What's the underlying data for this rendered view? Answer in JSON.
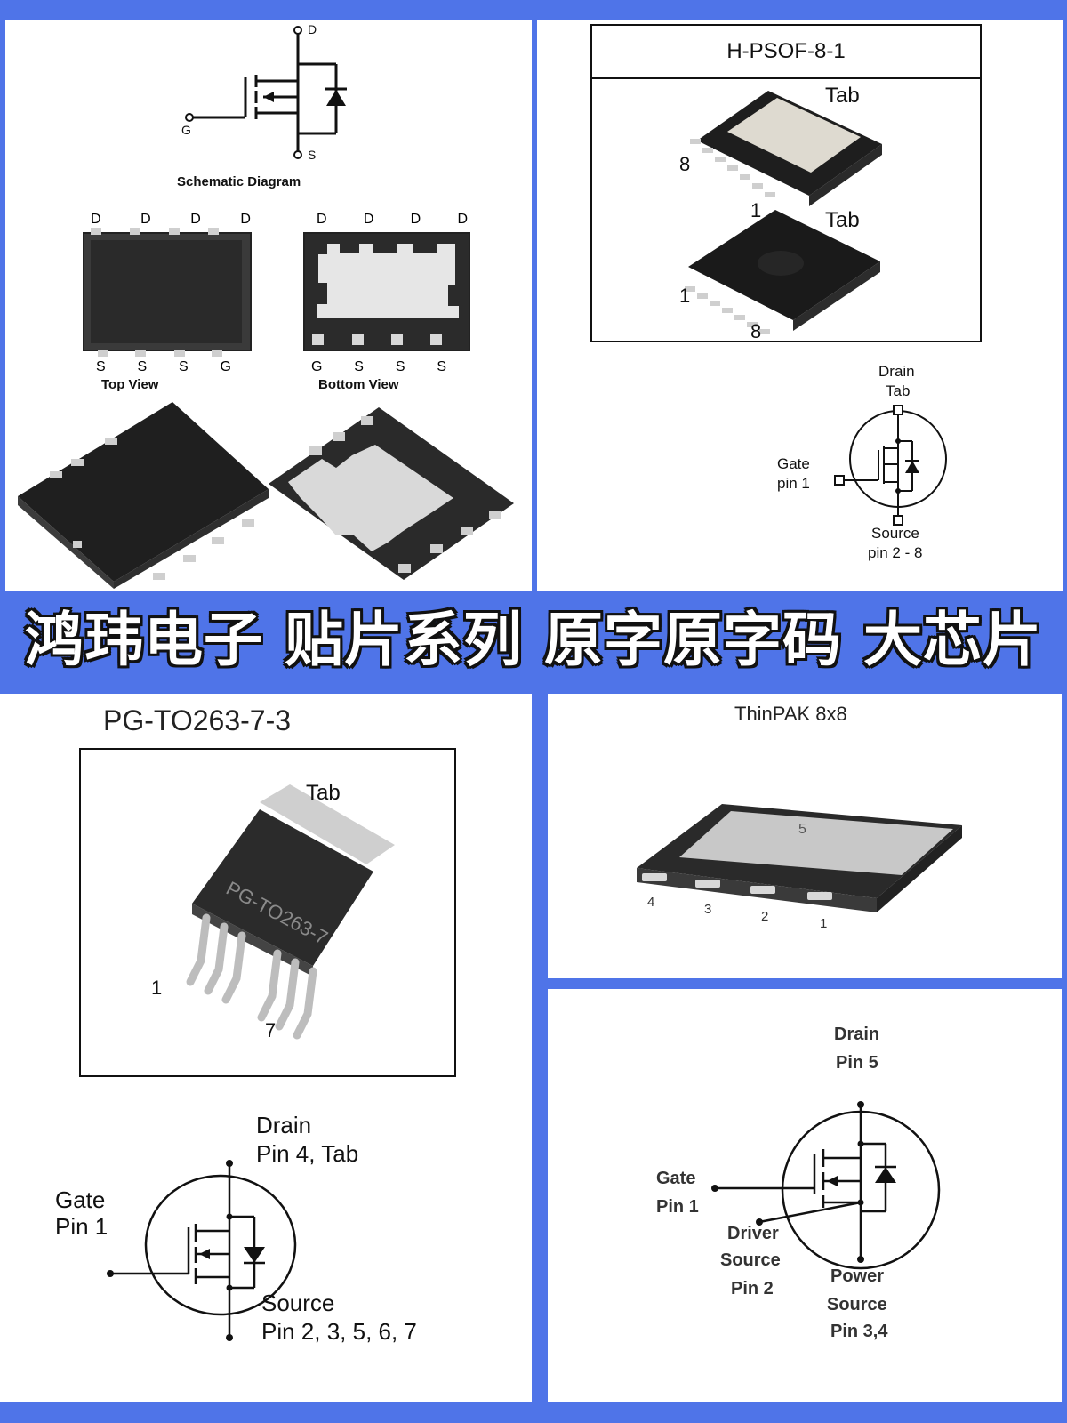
{
  "banner": {
    "text": "鸿玮电子 贴片系列 原字原字码 大芯片"
  },
  "panel_tl": {
    "schematic_title": "Schematic Diagram",
    "pin_d": "D",
    "pin_g": "G",
    "pin_s": "S",
    "top_view_label": "Top View",
    "bottom_view_label": "Bottom View",
    "top_pins_top": [
      "D",
      "D",
      "D",
      "D"
    ],
    "top_pins_bottom": [
      "S",
      "S",
      "S",
      "G"
    ],
    "bottom_pins_top": [
      "D",
      "D",
      "D",
      "D"
    ],
    "bottom_pins_bottom": [
      "G",
      "S",
      "S",
      "S"
    ]
  },
  "panel_tr": {
    "package_name": "H-PSOF-8-1",
    "tab_label_1": "Tab",
    "tab_label_2": "Tab",
    "pin_8_top": "8",
    "pin_1_top": "1",
    "pin_1_bottom": "1",
    "pin_8_bottom": "8",
    "drain_label": "Drain",
    "drain_tab": "Tab",
    "gate_label": "Gate",
    "gate_pin": "pin 1",
    "source_label": "Source",
    "source_pins": "pin 2 - 8"
  },
  "panel_bl": {
    "package_name": "PG-TO263-7-3",
    "tab_label": "Tab",
    "body_marking": "PG-TO263-7",
    "pin_1": "1",
    "pin_7": "7",
    "drain_label": "Drain",
    "drain_pins": "Pin 4, Tab",
    "gate_label": "Gate",
    "gate_pin": "Pin 1",
    "source_label": "Source",
    "source_pins": "Pin 2, 3, 5, 6, 7"
  },
  "panel_br": {
    "package_name": "ThinPAK 8x8",
    "pad_label": "5",
    "pin_numbers": [
      "4",
      "3",
      "2",
      "1"
    ],
    "drain_label": "Drain",
    "drain_pin": "Pin 5",
    "gate_label": "Gate",
    "gate_pin": "Pin 1",
    "driver_label": "Driver",
    "driver_source": "Source",
    "driver_pin": "Pin 2",
    "power_label": "Power",
    "power_source": "Source",
    "power_pins": "Pin 3,4"
  }
}
